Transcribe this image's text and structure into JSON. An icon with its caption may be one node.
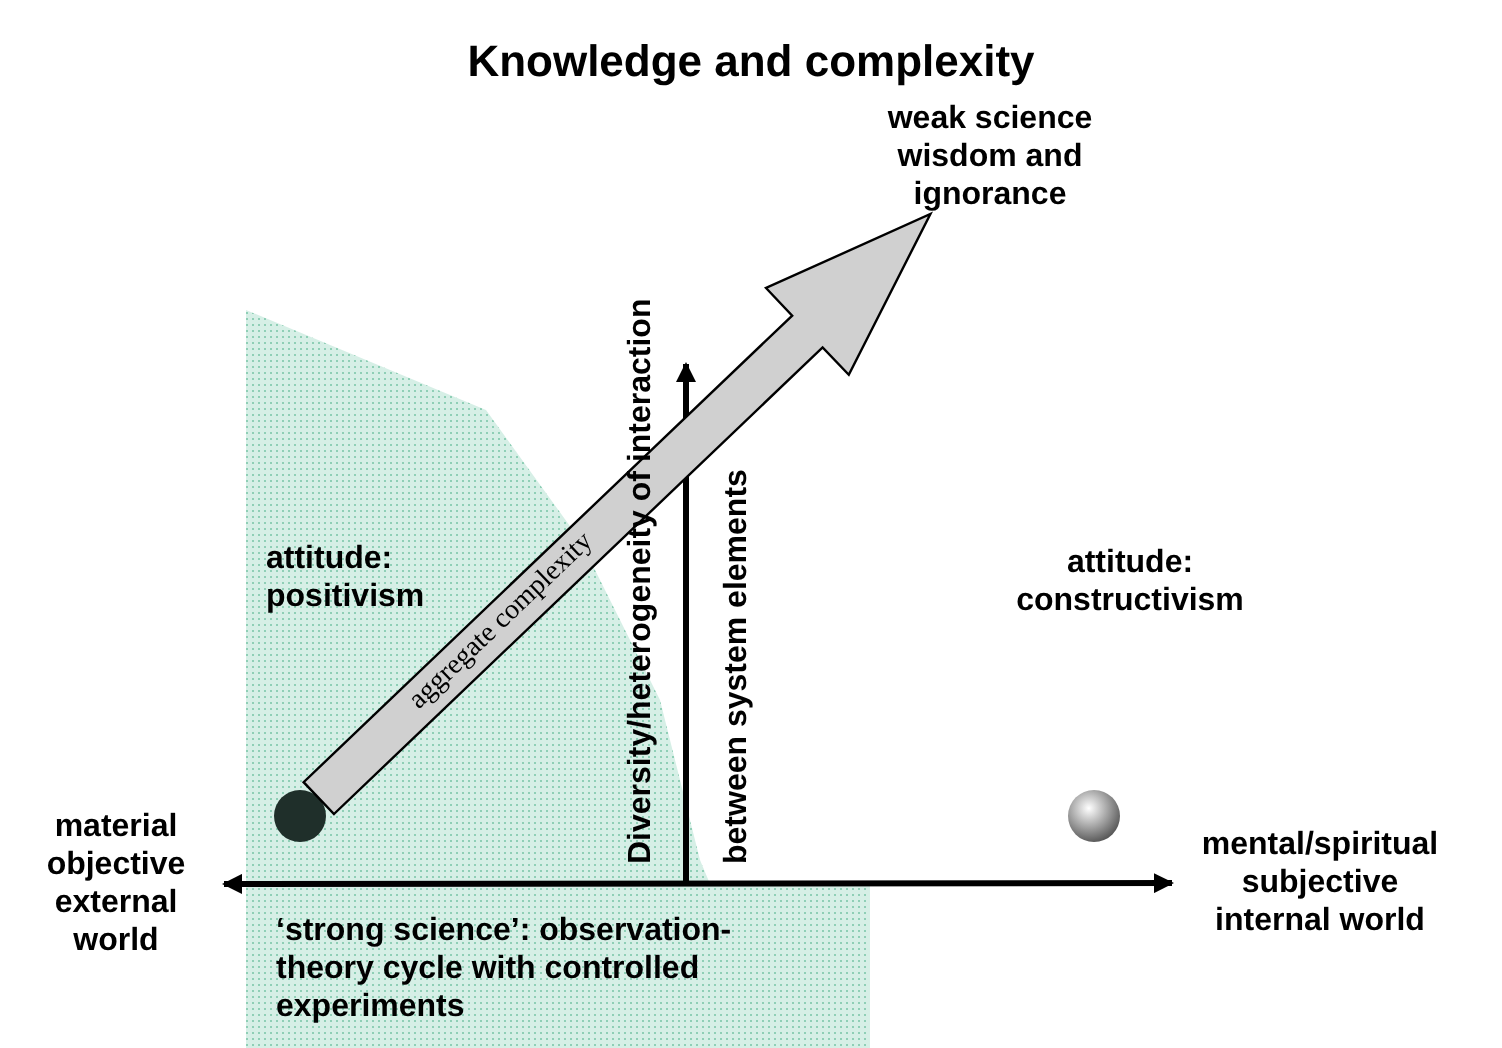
{
  "diagram": {
    "title": "Knowledge and complexity",
    "nodes": [
      {
        "text": [
          "weak science wisdom and ignorance"
        ]
      },
      {
        "text": [],
        "shape": "circle"
      },
      {
        "text": [],
        "shape": "circle"
      },
      {
        "text": [
          "material objective external world"
        ]
      },
      {
        "text": [
          "mental/spiritual subjective internal world"
        ]
      }
    ],
    "edges": [
      {
        "from": 1,
        "to": 0,
        "arrow": "to",
        "label": "aggregate complexity",
        "style": "thick"
      },
      {
        "from": 3,
        "to": 4,
        "arrow": "both"
      }
    ],
    "labels": [
      "Diversity/heterogeneity of interaction",
      "between system elements",
      "attitude: positivism",
      "attitude: constructivism",
      "‘strong science’: observation-theory cycle with controlled experiments"
    ]
  }
}
